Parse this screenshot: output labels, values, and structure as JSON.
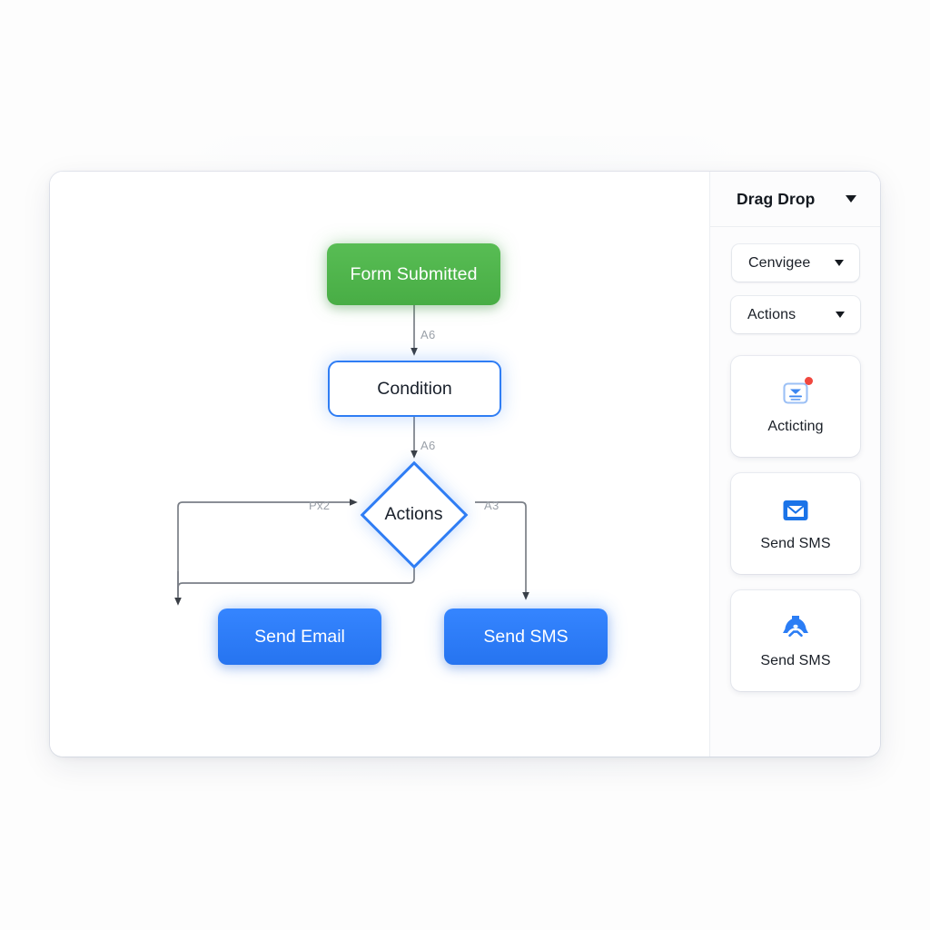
{
  "page": {
    "background_color": "#fdfdfd",
    "card_background": "#ffffff"
  },
  "colors": {
    "trigger_green": "#4CAF50",
    "action_blue": "#2979FF",
    "node_border_blue": "#2F7DF4",
    "edge_gray": "#7A7F87",
    "label_gray": "#9AA0A8",
    "badge_red": "#F0473E",
    "divider": "#ECEEF2"
  },
  "canvas": {
    "name": "workflow-canvas",
    "nodes": [
      {
        "id": "trigger",
        "label": "Form Submitted",
        "type": "trigger",
        "shape": "rounded-rect"
      },
      {
        "id": "condition",
        "label": "Condition",
        "type": "condition",
        "shape": "rounded-rect"
      },
      {
        "id": "actions",
        "label": "Actions",
        "type": "decision",
        "shape": "diamond"
      },
      {
        "id": "email",
        "label": "Send Email",
        "type": "action",
        "shape": "rounded-rect"
      },
      {
        "id": "sms",
        "label": "Send SMS",
        "type": "action",
        "shape": "rounded-rect"
      }
    ],
    "edge_labels": {
      "trigger_to_condition": "A6",
      "condition_to_actions": "A6",
      "actions_to_email": "Px2",
      "actions_to_sms": "A3"
    }
  },
  "sidebar": {
    "header": {
      "title": "Drag Drop",
      "caret_icon": "chevron-down-icon"
    },
    "selects": [
      {
        "label": "Cenvigee",
        "caret_icon": "chevron-down-icon"
      },
      {
        "label": "Actions",
        "caret_icon": "chevron-down-icon"
      }
    ],
    "palette": [
      {
        "label": "Acticting",
        "icon": "inbox-outline-icon",
        "badge": true
      },
      {
        "label": "Send SMS",
        "icon": "envelope-filled-icon",
        "badge": false
      },
      {
        "label": "Send SMS",
        "icon": "bell-abstract-icon",
        "badge": false
      }
    ]
  }
}
